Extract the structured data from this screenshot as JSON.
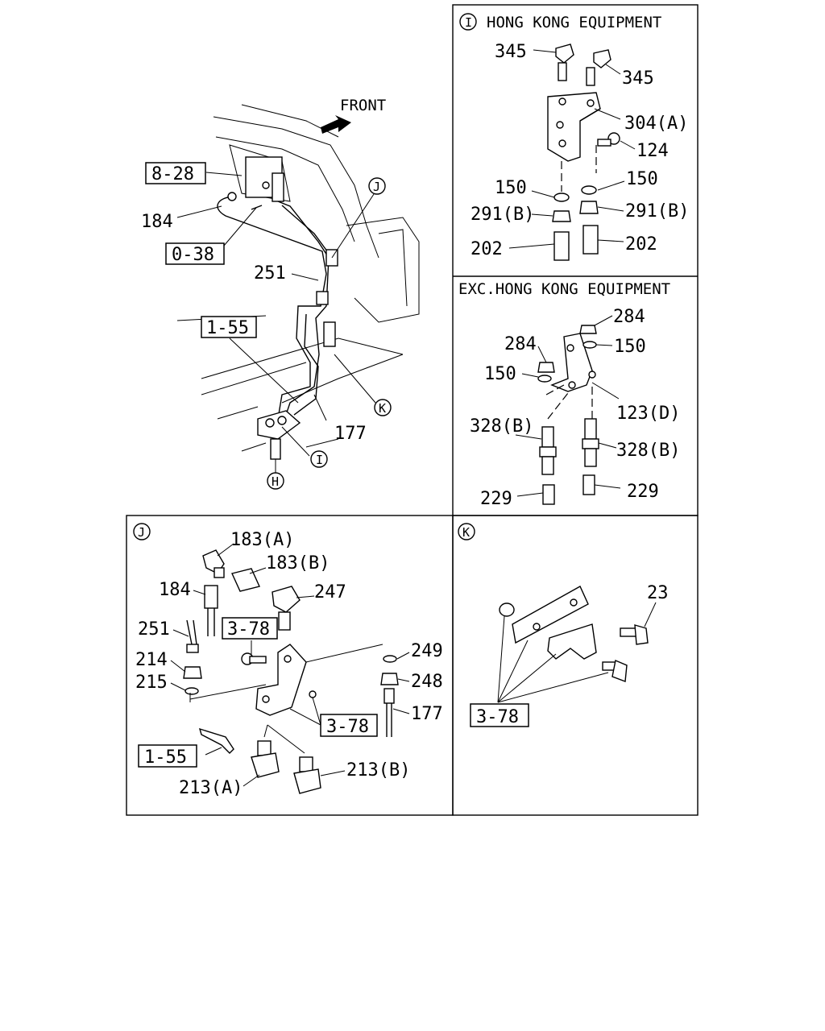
{
  "main_view": {
    "front_label": "FRONT",
    "refs": {
      "r828": "8-28",
      "r038": "0-38",
      "r155": "1-55"
    },
    "parts": {
      "p184": "184",
      "p251": "251",
      "p177": "177"
    },
    "callouts": {
      "h": "H",
      "i": "I",
      "j": "J",
      "k": "K"
    }
  },
  "detail_i": {
    "callout": "I",
    "hong_kong": {
      "title": "HONG KONG EQUIPMENT",
      "labels": {
        "a": "345",
        "b": "345",
        "c": "304(A)",
        "d": "124",
        "e": "150",
        "f": "150",
        "g": "291(B)",
        "h": "291(B)",
        "i": "202",
        "j": "202"
      }
    },
    "exc_hong_kong": {
      "title": "EXC.HONG KONG EQUIPMENT",
      "labels": {
        "a": "284",
        "b": "284",
        "c": "150",
        "d": "150",
        "e": "123(D)",
        "f": "328(B)",
        "g": "328(B)",
        "h": "229",
        "i": "229"
      }
    }
  },
  "detail_j": {
    "callout": "J",
    "labels": {
      "a": "183(A)",
      "b": "183(B)",
      "c": "184",
      "d": "247",
      "e": "251",
      "f": "214",
      "g": "215",
      "h": "249",
      "i": "248",
      "j": "177",
      "k": "213(B)",
      "l": "213(A)"
    },
    "refs": {
      "a": "3-78",
      "b": "3-78",
      "c": "1-55"
    }
  },
  "detail_k": {
    "callout": "K",
    "labels": {
      "a": "23"
    },
    "refs": {
      "a": "3-78"
    }
  }
}
